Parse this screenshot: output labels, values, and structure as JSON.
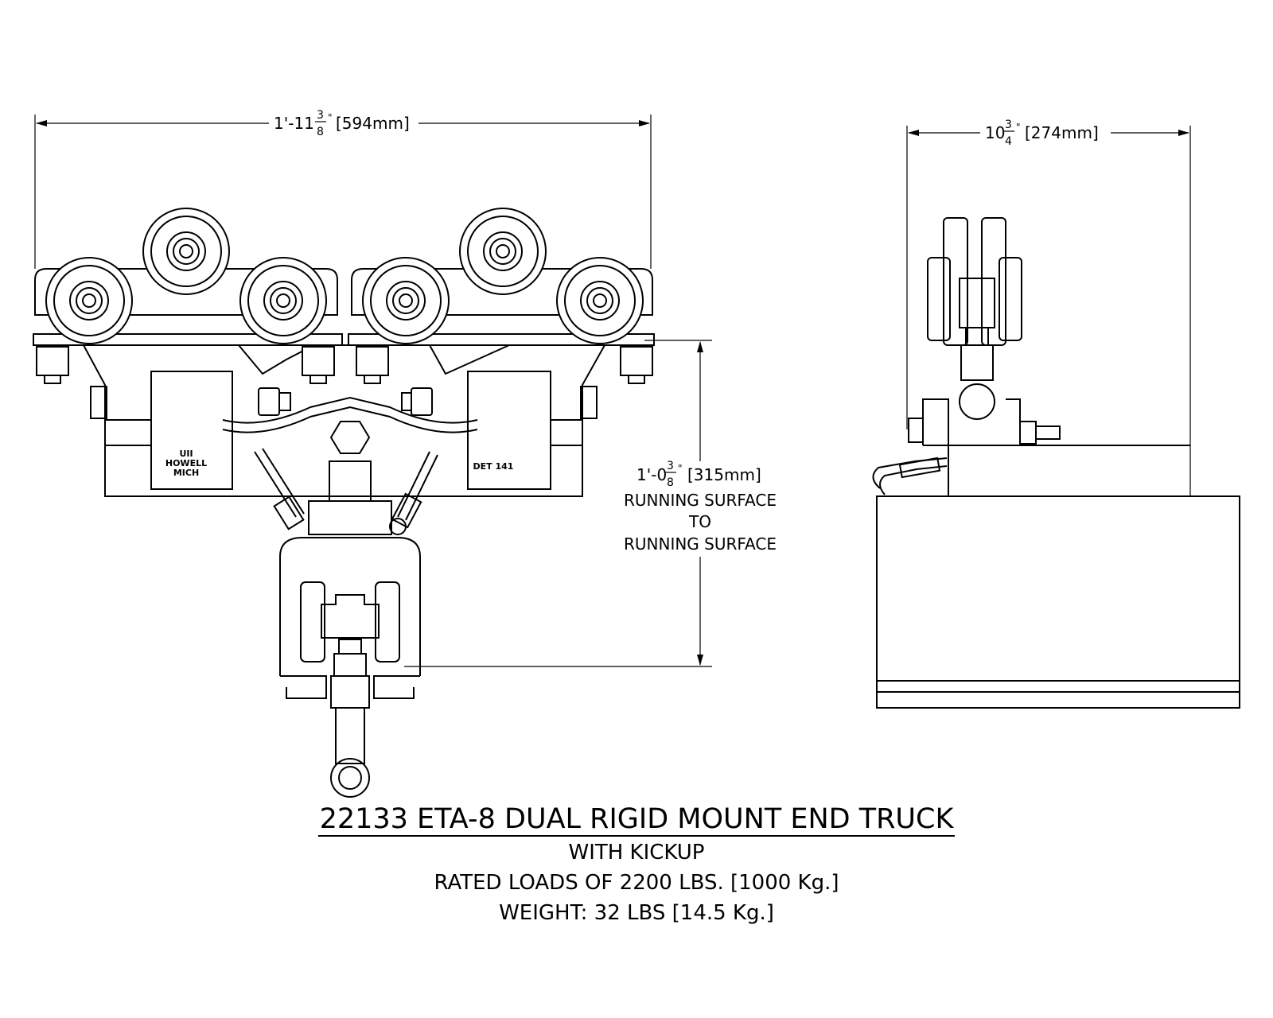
{
  "dimensions": {
    "overall_width": {
      "whole": "1'-11",
      "num": "3",
      "den": "8",
      "inch": "\"",
      "metric": "[594mm]"
    },
    "side_width": {
      "whole": "10",
      "num": "3",
      "den": "4",
      "inch": "\"",
      "metric": "[274mm]"
    },
    "height": {
      "whole": "1'-0",
      "num": "3",
      "den": "8",
      "inch": "\"",
      "metric": "[315mm]",
      "note_line1": "RUNNING SURFACE",
      "note_line2": "TO",
      "note_line3": "RUNNING SURFACE"
    }
  },
  "plate": {
    "left_line1": "UII",
    "left_line2": "HOWELL",
    "left_line3": "MICH",
    "right_label": "DET 141"
  },
  "caption": {
    "title": "22133 ETA-8 DUAL RIGID MOUNT END TRUCK",
    "line1": "WITH KICKUP",
    "line2": "RATED LOADS OF 2200 LBS. [1000 Kg.]",
    "line3": "WEIGHT: 32 LBS [14.5 Kg.]"
  }
}
